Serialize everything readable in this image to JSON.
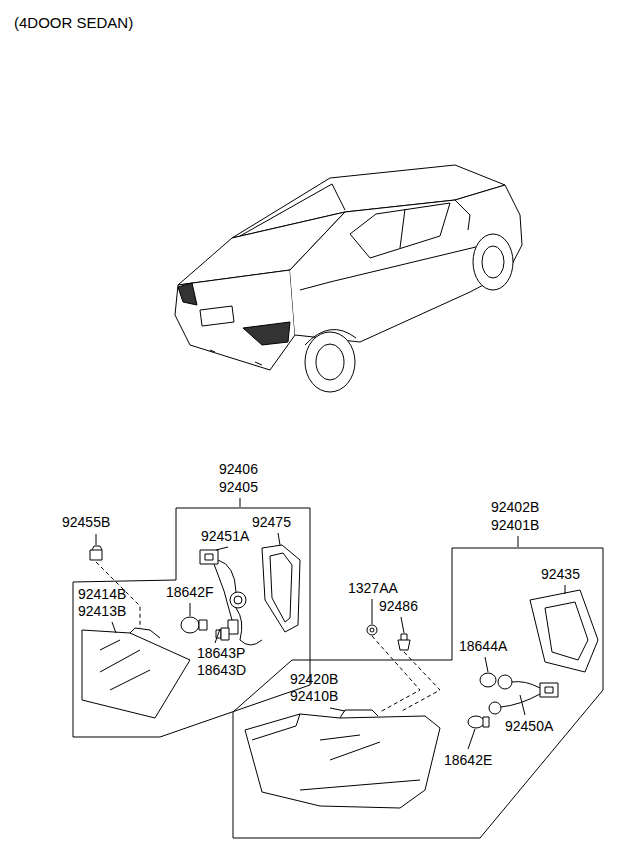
{
  "diagram": {
    "title": "(4DOOR SEDAN)",
    "labels": [
      "92406",
      "92405",
      "92455B",
      "92451A",
      "92475",
      "92414B",
      "92413B",
      "18642F",
      "18643P",
      "18643D",
      "92402B",
      "92401B",
      "92435",
      "1327AA",
      "92486",
      "18644A",
      "92420B",
      "92410B",
      "92450A",
      "18642E"
    ]
  }
}
